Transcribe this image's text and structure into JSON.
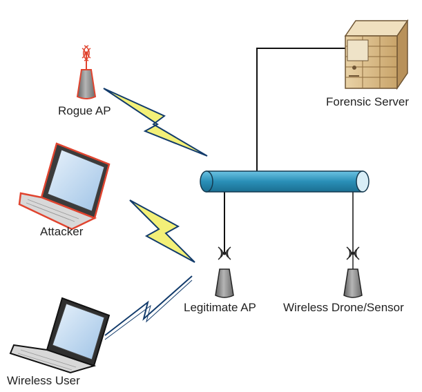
{
  "nodes": {
    "rogue_ap": {
      "label": "Rogue AP"
    },
    "attacker": {
      "label": "Attacker"
    },
    "wireless_user": {
      "label": "Wireless User"
    },
    "forensic_server": {
      "label": "Forensic Server"
    },
    "legitimate_ap": {
      "label": "Legitimate AP"
    },
    "drone_sensor": {
      "label": "Wireless Drone/Sensor"
    }
  },
  "colors": {
    "backbone_fill": "#2a8fb7",
    "backbone_end": "#d8eef7",
    "rogue_outline": "#e0442f",
    "bolt_fill": "#f3f078",
    "bolt_stroke": "#123b6b",
    "ap_body": "#8a8a8a",
    "server_tan": "#d9b989"
  }
}
